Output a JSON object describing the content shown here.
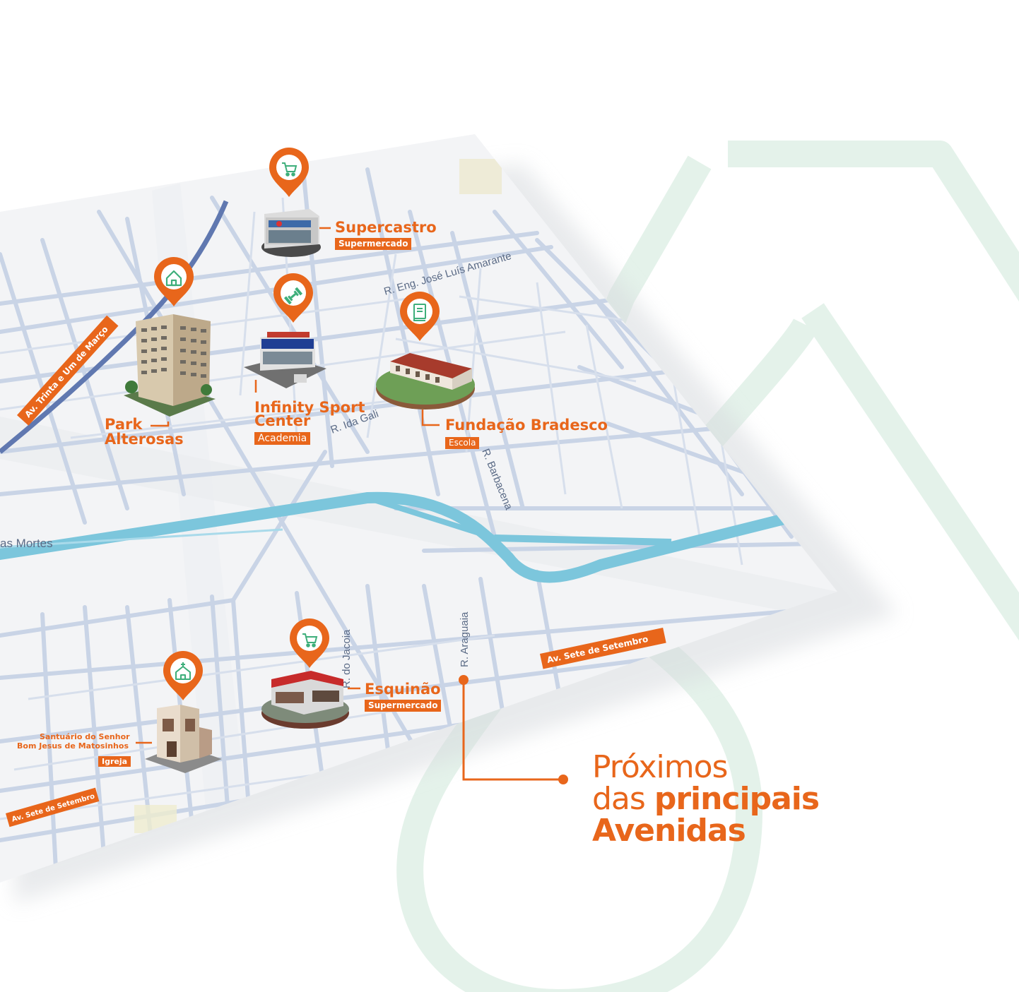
{
  "colors": {
    "accent": "#e8661b",
    "green_watermark": "#e4f2ea",
    "map_bg": "#f3f4f6",
    "street": "#c9d4e6",
    "river": "#7cc6dc",
    "highway": "#6078b0"
  },
  "headline": {
    "line1": "Próximos",
    "line2_prefix": "das",
    "line2_bold": "principais",
    "line3": "Avenidas"
  },
  "streets": {
    "eng_jose": "R. Eng. José Luís Amarante",
    "ida_gali": "R. Ida Gali",
    "barbacena": "R. Barbacena",
    "jacoia": "R. do Jacoia",
    "araguaia": "R. Araguaia",
    "rio": "as Mortes"
  },
  "avenues": {
    "trinta": "Av. Trinta e Um de Março",
    "sete_right": "Av. Sete de Setembro",
    "sete_left": "Av. Sete de Setembro"
  },
  "pois": {
    "supercastro": {
      "name": "Supercastro",
      "tag": "Supermercado",
      "icon": "shopping-cart-icon"
    },
    "park": {
      "name1": "Park",
      "name2": "Alterosas",
      "icon": "house-icon"
    },
    "infinity": {
      "name1": "Infinity Sport",
      "name2": "Center",
      "tag": "Academia",
      "icon": "dumbbell-icon"
    },
    "fundacao": {
      "name": "Fundação Bradesco",
      "tag": "Escola",
      "icon": "book-icon"
    },
    "esquinao": {
      "name": "Esquinão",
      "tag": "Supermercado",
      "icon": "shopping-cart-icon"
    },
    "santuario": {
      "name1": "Santuário do Senhor",
      "name2": "Bom Jesus de Matosinhos",
      "tag": "Igreja",
      "icon": "church-icon"
    }
  }
}
